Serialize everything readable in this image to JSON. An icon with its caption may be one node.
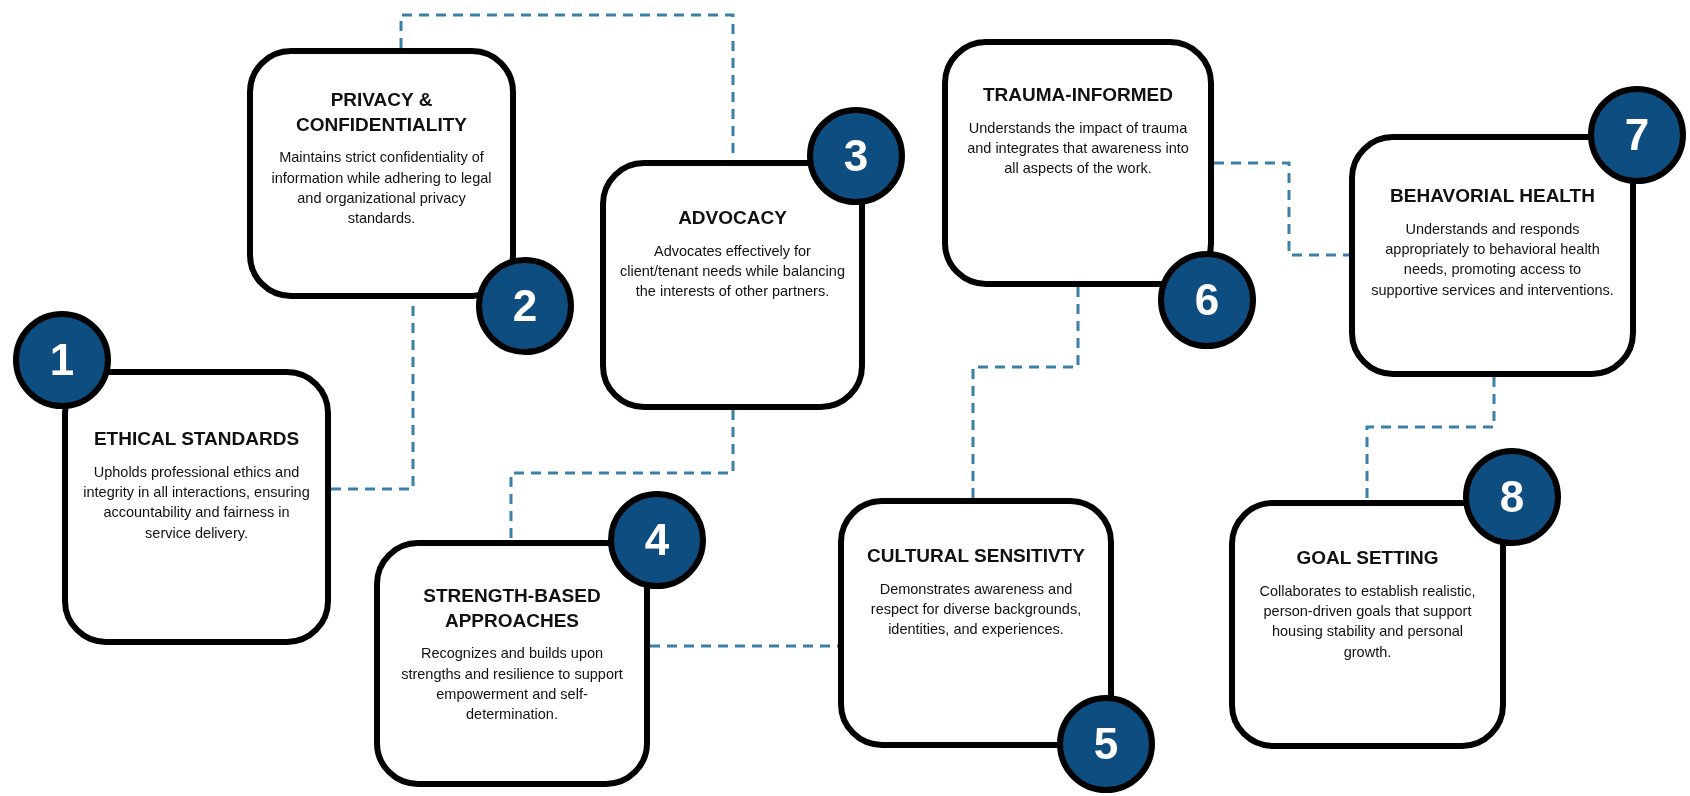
{
  "diagram": {
    "nodes": [
      {
        "text": [
          "ETHICAL STANDARDS",
          "Upholds professional ethics and integrity in all interactions, ensuring accountability and fairness in service delivery."
        ]
      },
      {
        "text": [
          "1"
        ]
      },
      {
        "text": [
          "PRIVACY & CONFIDENTIALITY",
          "Maintains strict confidentiality of information while adhering to legal and organizational privacy standards."
        ]
      },
      {
        "text": [
          "2"
        ]
      },
      {
        "text": [
          "ADVOCACY",
          "Advocates effectively for client/tenant needs while balancing the interests of other partners."
        ]
      },
      {
        "text": [
          "3"
        ]
      },
      {
        "text": [
          "STRENGTH-BASED APPROACHES",
          "Recognizes and builds upon strengths and resilience to support empowerment and self-determination."
        ]
      },
      {
        "text": [
          "4"
        ]
      },
      {
        "text": [
          "CULTURAL SENSITIVTY",
          "Demonstrates awareness and respect for diverse backgrounds, identities, and experiences."
        ]
      },
      {
        "text": [
          "5"
        ]
      },
      {
        "text": [
          "TRAUMA-INFORMED",
          "Understands the impact of trauma and integrates that awareness into all aspects of the work."
        ]
      },
      {
        "text": [
          "6"
        ]
      },
      {
        "text": [
          "BEHAVORIAL HEALTH",
          "Understands and responds appropriately to behavioral health needs, promoting access to supportive services and interventions."
        ]
      },
      {
        "text": [
          "7"
        ]
      },
      {
        "text": [
          "GOAL SETTING",
          "Collaborates to establish realistic, person-driven goals that support housing stability and personal growth."
        ]
      },
      {
        "text": [
          "8"
        ]
      }
    ],
    "edges": [
      {
        "from": 0,
        "to": 2,
        "arrow": "none",
        "style": "dashed"
      },
      {
        "from": 2,
        "to": 4,
        "arrow": "none",
        "style": "dashed"
      },
      {
        "from": 4,
        "to": 6,
        "arrow": "none",
        "style": "dashed"
      },
      {
        "from": 6,
        "to": 8,
        "arrow": "none",
        "style": "dashed"
      },
      {
        "from": 8,
        "to": 10,
        "arrow": "none",
        "style": "dashed"
      },
      {
        "from": 10,
        "to": 12,
        "arrow": "none",
        "style": "dashed"
      },
      {
        "from": 12,
        "to": 14,
        "arrow": "none",
        "style": "dashed"
      }
    ]
  }
}
